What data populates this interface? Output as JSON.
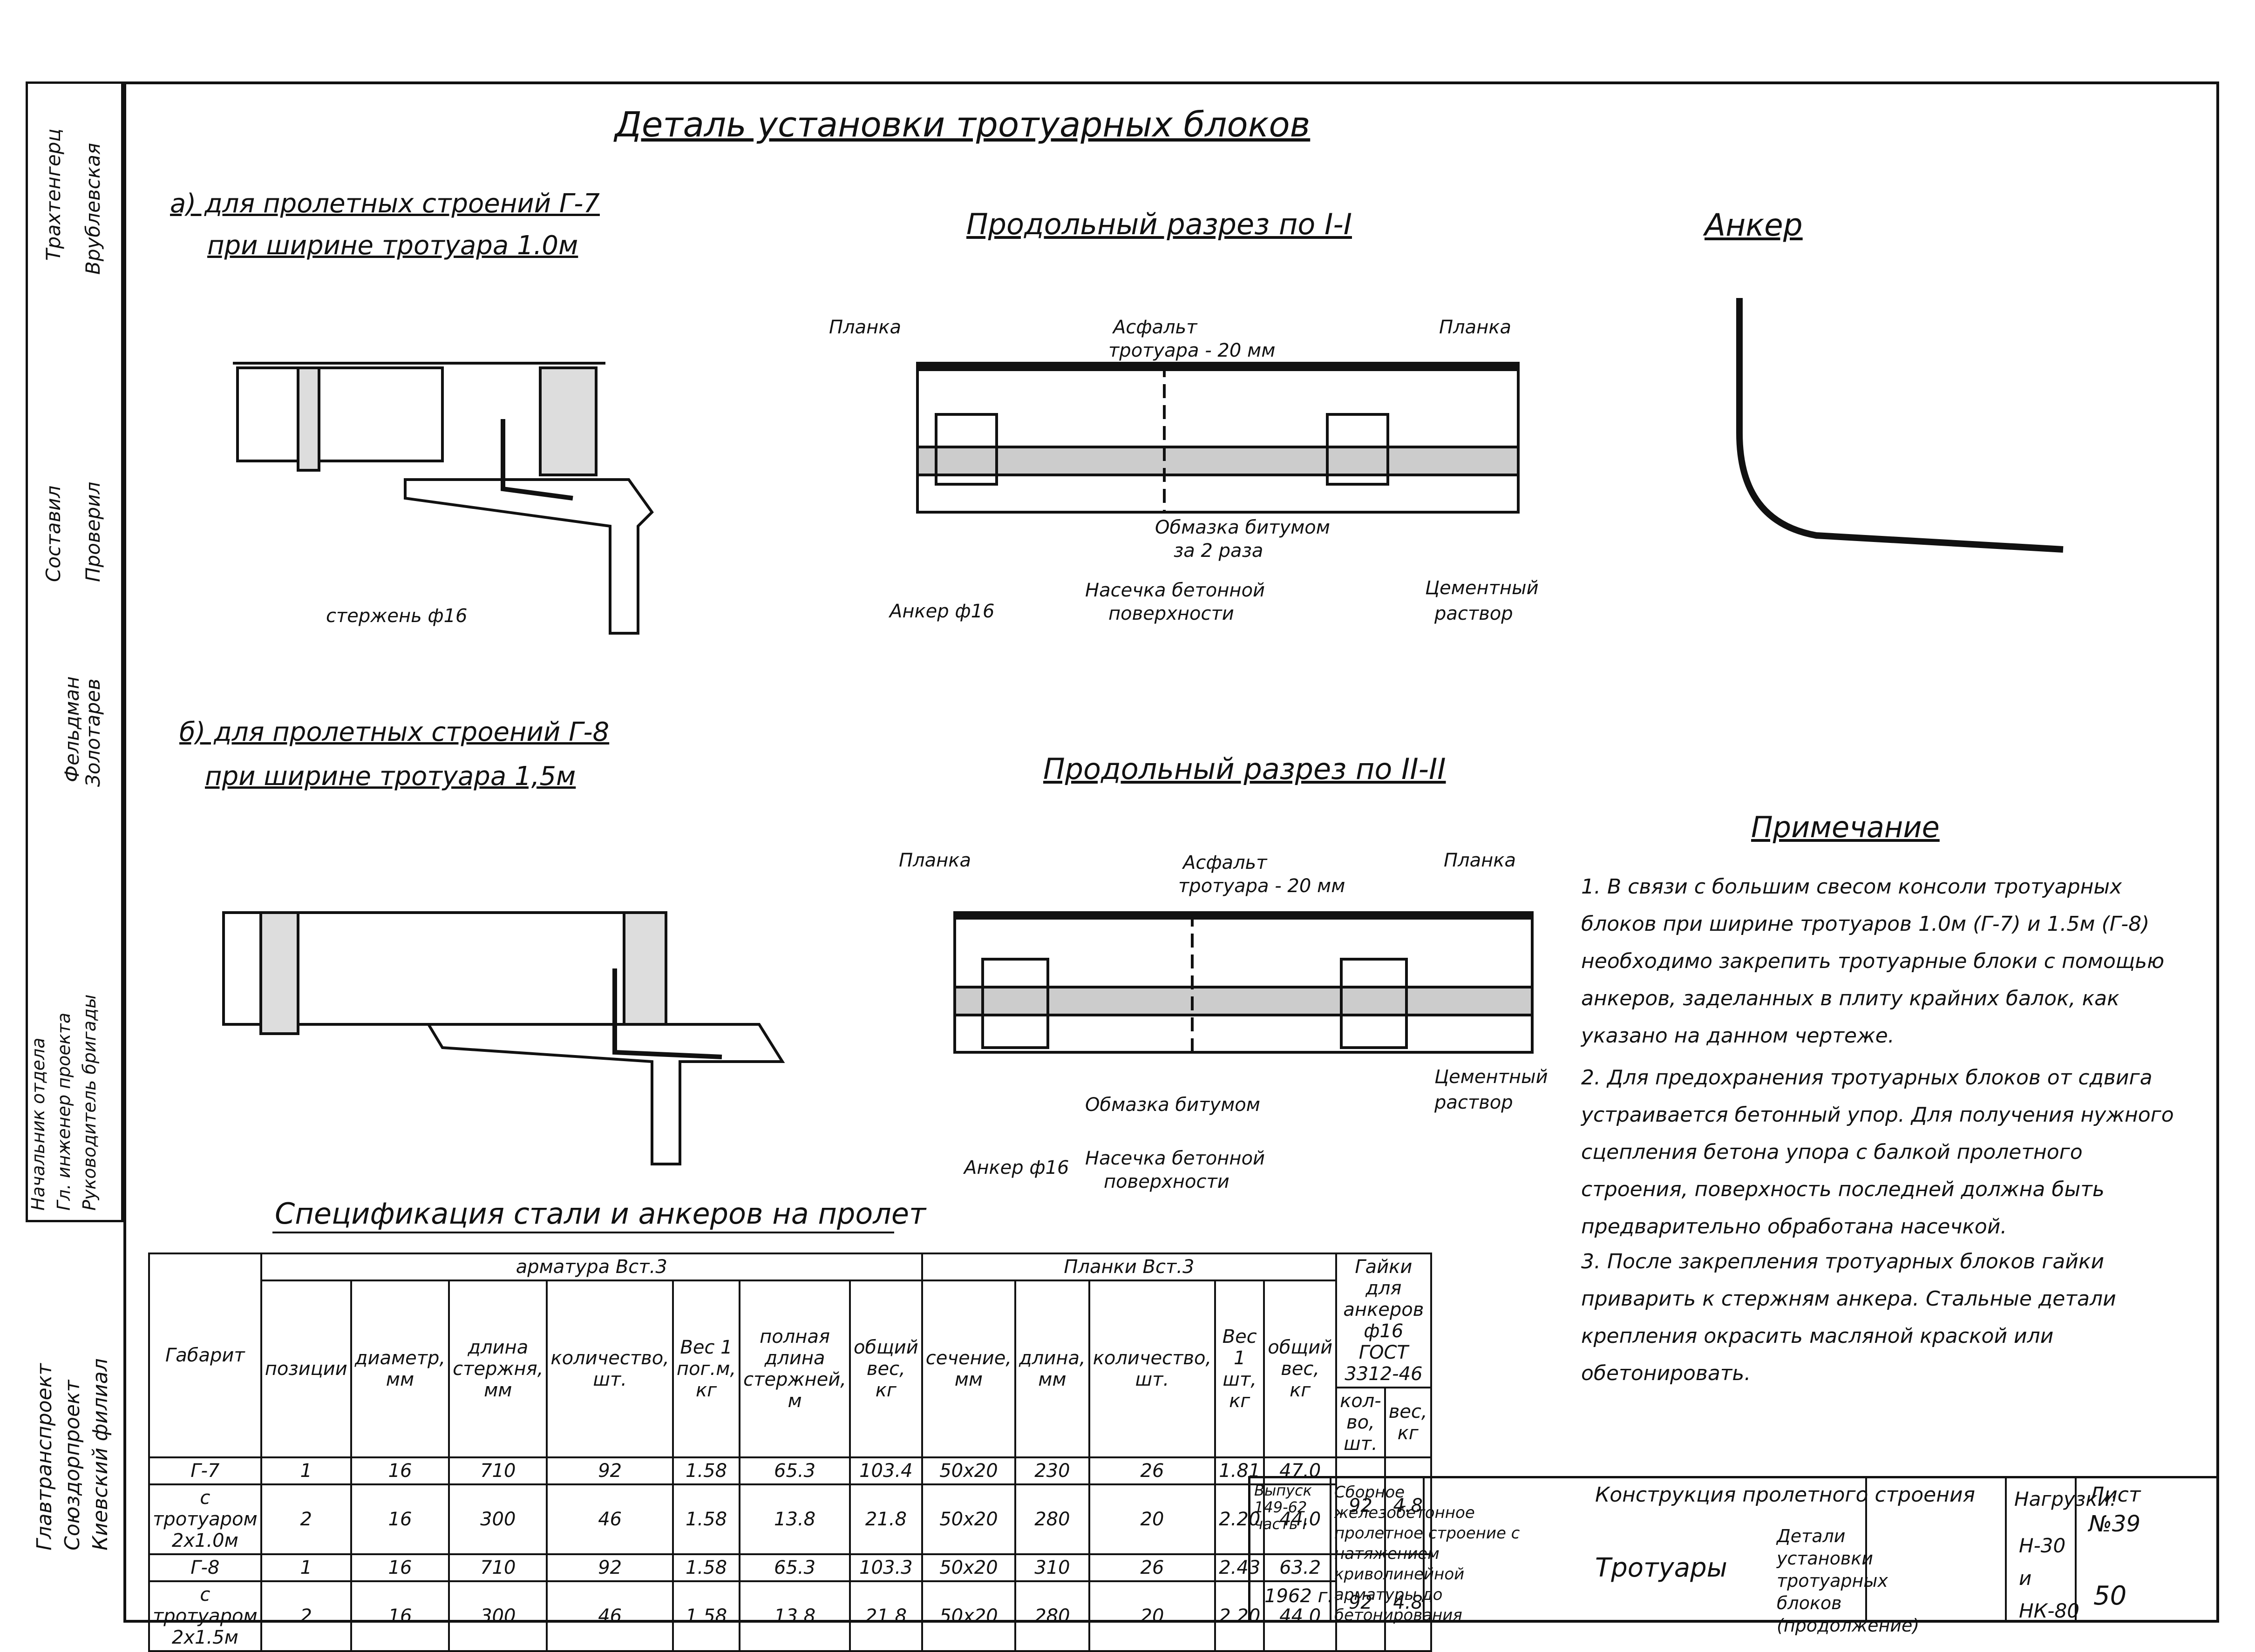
{
  "title": "Деталь установки тротуарных блоков",
  "section_a": {
    "line1": "а) для пролетных строений Г-7",
    "line2": "при ширине тротуара 1.0м"
  },
  "section_b": {
    "line1": "б) для пролетных строений Г-8",
    "line2": "при ширине тротуара 1,5м"
  },
  "cut_1": "Продольный разрез по I-I",
  "cut_2": "Продольный разрез по II-II",
  "anchor_title": "Анкер",
  "notes_title": "Примечание",
  "notes": [
    "1. В связи с большим свесом консоли тротуарных блоков при ширине тротуаров 1.0м (Г-7) и 1.5м (Г-8) необходимо закрепить тротуарные блоки с помощью анкеров, заделанных в плиту крайних балок, как указано на данном чертеже.",
    "2. Для предохранения тротуарных блоков от сдвига устраивается бетонный упор. Для получения нужного сцепления бетона упора с балкой пролетного строения, поверхность последней должна быть предварительно обработана насечкой.",
    "3. После закрепления тротуарных блоков гайки приварить к стержням анкера. Стальные детали крепления окрасить масляной краской или обетонировать."
  ],
  "labels": {
    "planka": "Планка",
    "asfalt": "Асфальт",
    "trotuara": "тротуара - 20 мм",
    "obmazka": "Обмазка битумом",
    "za2raza": "за 2 раза",
    "nasechka": "Насечка бетонной",
    "poverhnosti": "поверхности",
    "cement": "Цементный",
    "rastvor": "раствор",
    "anker16": "Анкер ф16",
    "sterzhen": "стержень ф16"
  },
  "spec": {
    "title": "Спецификация стали и анкеров на пролет",
    "group_arm": "арматура Вст.3",
    "group_plank": "Планки Вст.3",
    "group_nuts": "Гайки для анкеров ф16 ГОСТ 3312-46",
    "h_gabarit": "Габарит",
    "arm_cols": [
      "позиции",
      "диаметр, мм",
      "длина стержня, мм",
      "количество, шт.",
      "Вес 1 пог.м, кг",
      "полная длина стержней, м",
      "общий вес, кг"
    ],
    "plank_cols": [
      "сечение, мм",
      "длина, мм",
      "количество, шт.",
      "Вес 1 шт, кг",
      "общий вес, кг"
    ],
    "nut_cols": [
      "кол-во, шт.",
      "вес, кг"
    ],
    "groups": [
      {
        "name": "Г-7",
        "sub": "с тротуаром 2х1.0м",
        "nut_qty": "92",
        "nut_w": "4.8",
        "rows": [
          [
            "1",
            "16",
            "710",
            "92",
            "1.58",
            "65.3",
            "103.4",
            "50х20",
            "230",
            "26",
            "1.81",
            "47.0"
          ],
          [
            "2",
            "16",
            "300",
            "46",
            "1.58",
            "13.8",
            "21.8",
            "50х20",
            "280",
            "20",
            "2.20",
            "44.0"
          ]
        ]
      },
      {
        "name": "Г-8",
        "sub": "с тротуаром 2х1.5м",
        "nut_qty": "92",
        "nut_w": "4.8",
        "rows": [
          [
            "1",
            "16",
            "710",
            "92",
            "1.58",
            "65.3",
            "103.3",
            "50х20",
            "310",
            "26",
            "2.43",
            "63.2"
          ],
          [
            "2",
            "16",
            "300",
            "46",
            "1.58",
            "13.8",
            "21.8",
            "50х20",
            "280",
            "20",
            "2.20",
            "44.0"
          ]
        ]
      }
    ]
  },
  "stamp": {
    "issue": "Выпуск 149-62 часть I",
    "year": "1962 г.",
    "series": "Сборное железобетонное пролетное строение с натяжением криволинейной арматуры до бетонирования",
    "construction": "Конструкция пролетного строения",
    "sheet_name": "Тротуары",
    "detail": "Детали установки тротуарных блоков (продолжение)",
    "loads_label": "Нагрузки:",
    "loads": "Н-30 и НК-80",
    "sheet_label": "Лист",
    "sheet_no": "№39",
    "page": "50"
  },
  "side": {
    "names": [
      "Трахтенгерц",
      "Врублевская",
      "Составил",
      "Проверил",
      "Фельдман",
      "Золотарев"
    ],
    "roles": [
      "Начальник отдела",
      "Гл. инженер проекта",
      "Руководитель бригады"
    ],
    "orgs": [
      "Главтранспроект",
      "Союздорпроект",
      "Киевский филиал"
    ]
  }
}
